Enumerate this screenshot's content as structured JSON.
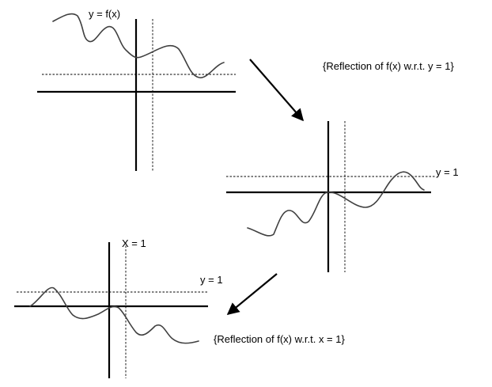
{
  "panels": {
    "original": {
      "curve_label": "y = f(x)"
    },
    "reflect_y": {
      "line_label": "y = 1"
    },
    "reflect_x": {
      "vline_label": "X = 1",
      "hline_label": "y = 1"
    }
  },
  "annotations": {
    "step1": "{Reflection of f(x) w.r.t. y = 1}",
    "step2": "{Reflection of f(x) w.r.t. x = 1}"
  }
}
